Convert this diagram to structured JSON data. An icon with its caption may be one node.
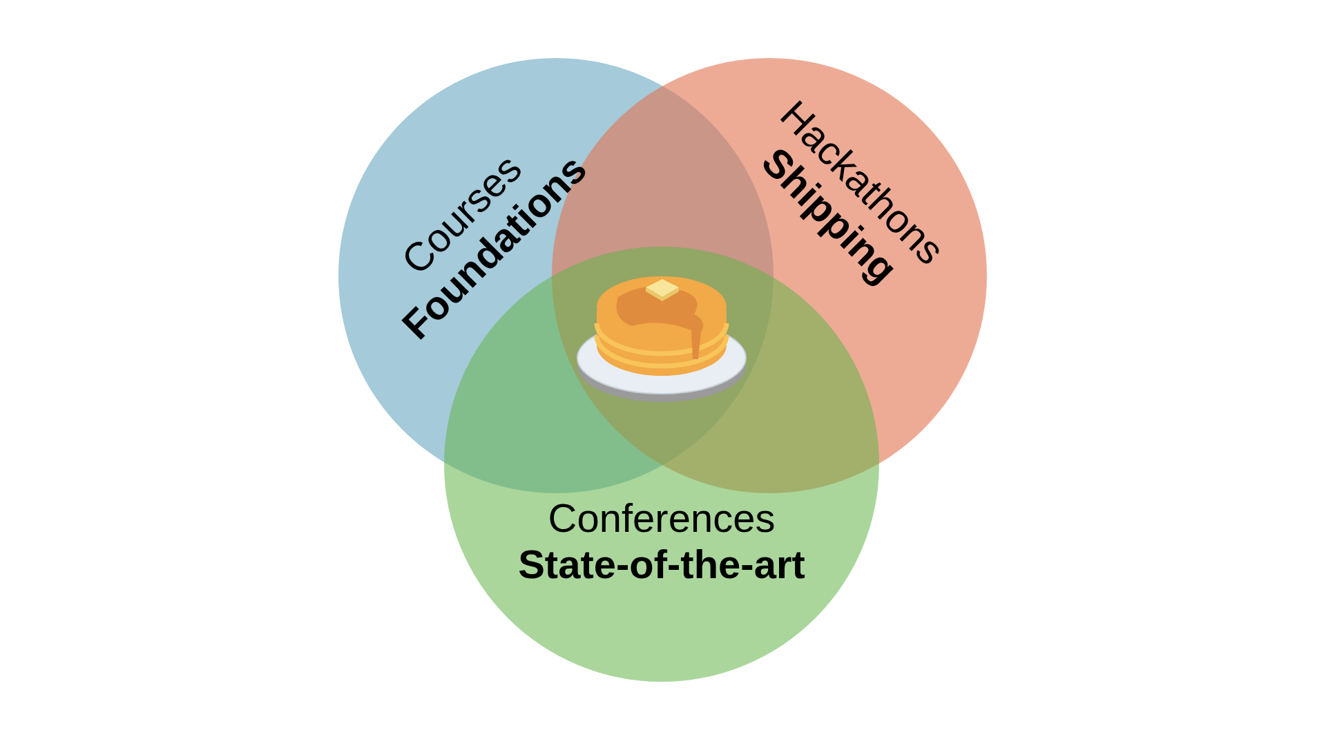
{
  "diagram": {
    "nodes": [
      {
        "text": [
          "Courses",
          "Foundations"
        ]
      },
      {
        "text": [
          "Hackathons",
          "Shipping"
        ]
      },
      {
        "text": [
          "Conferences",
          "State-of-the-art"
        ]
      }
    ]
  }
}
